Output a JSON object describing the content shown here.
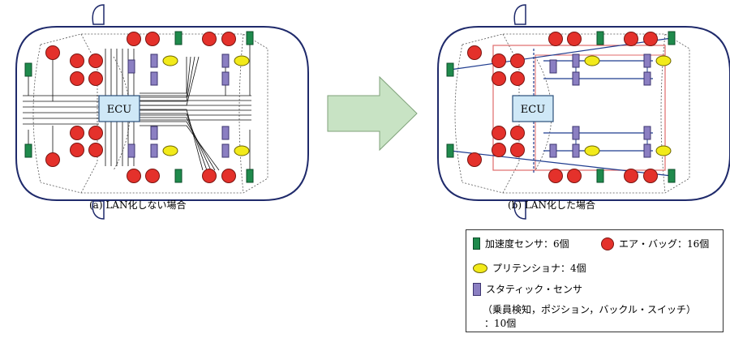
{
  "captions": {
    "left": "(a)  LAN化しない場合",
    "right": "(b)  LAN化した場合"
  },
  "ecu_label": "ECU",
  "colors": {
    "car_outline": "#1f2a6b",
    "accelerometer": "#1f8a4c",
    "airbag": "#e4312b",
    "pretensioner": "#f2ea1a",
    "static_sensor": "#8b7fc2",
    "ecu_fill": "#cfe8f7",
    "lan_blue": "#1f3c8f",
    "lan_red": "#e06a6a",
    "arrow_fill": "#c8e3c4"
  },
  "legend": {
    "accelerometer": "加速度センサ：6個",
    "airbag": "エア・バッグ：16個",
    "pretensioner": "プリテンショナ：4個",
    "static_sensor": "スタティック・センサ",
    "static_detail": "（乗員検知，ポジション，バックル・スイッチ）",
    "static_count": "：10個"
  }
}
